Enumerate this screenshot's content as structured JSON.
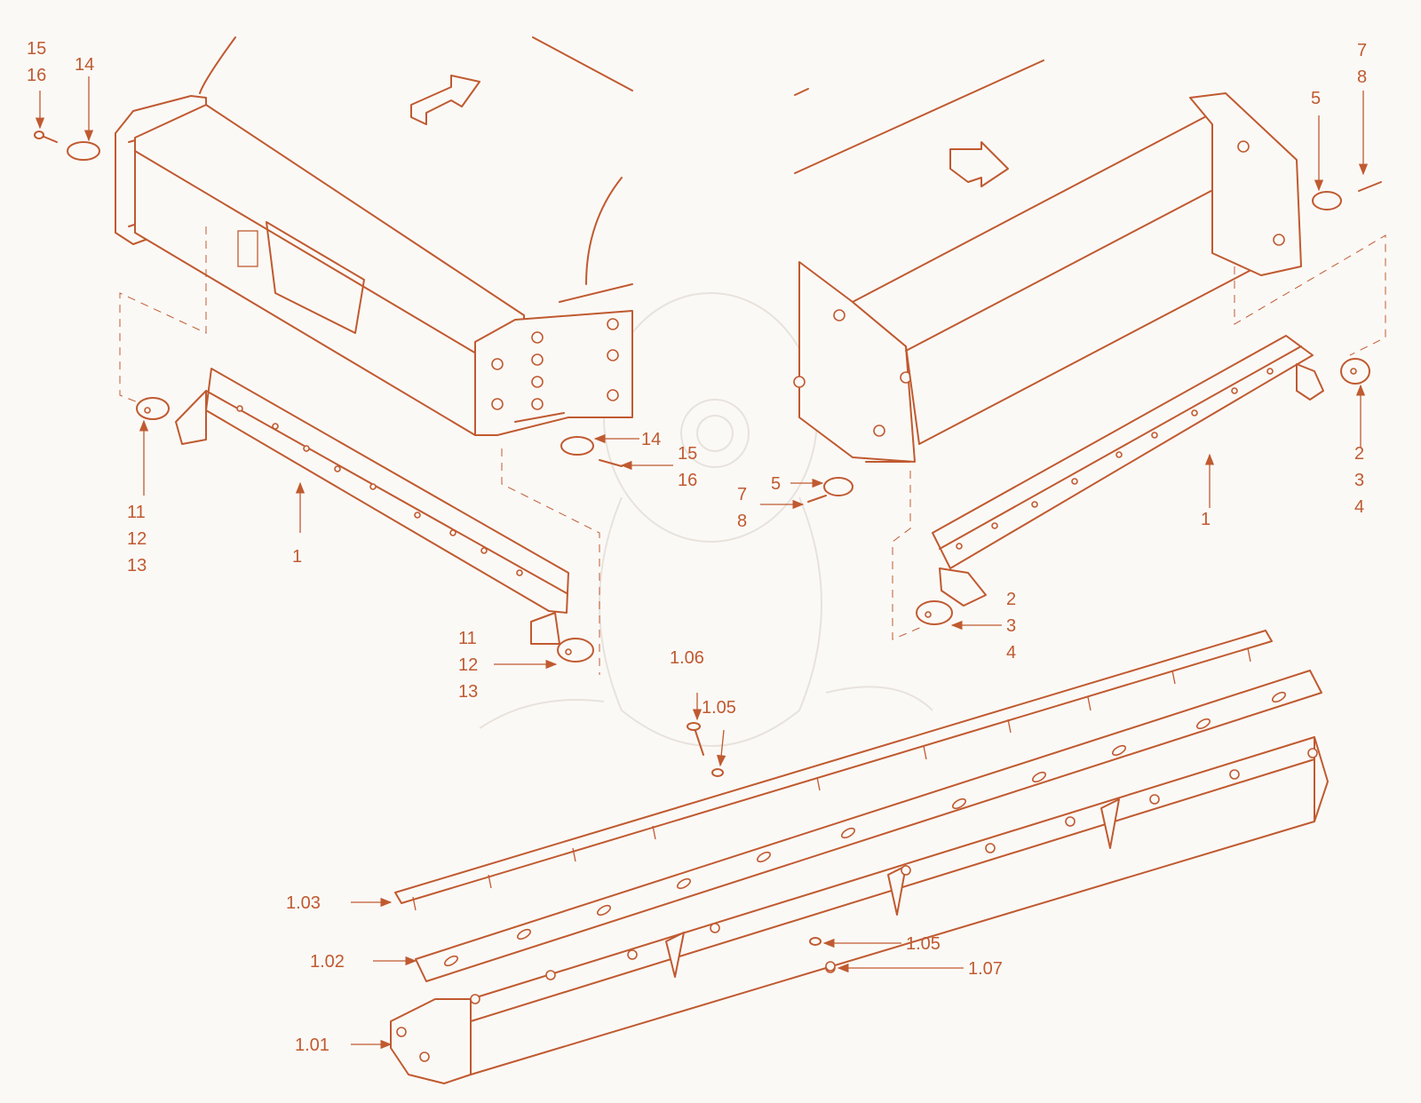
{
  "colors": {
    "line": "#c05a30",
    "background": "#fbf9f6",
    "watermark": "#e8e2dc"
  },
  "callouts": {
    "tl_15": "15",
    "tl_16": "16",
    "tl_14": "14",
    "l_11": "11",
    "l_12": "12",
    "l_13": "13",
    "l_1": "1",
    "m_11": "11",
    "m_12": "12",
    "m_13": "13",
    "m_14": "14",
    "m_15": "15",
    "m_16": "16",
    "c_5": "5",
    "c_7": "7",
    "c_8": "8",
    "tr_7": "7",
    "tr_8": "8",
    "tr_5": "5",
    "r_2": "2",
    "r_3": "3",
    "r_4": "4",
    "r_1": "1",
    "rl_2": "2",
    "rl_3": "3",
    "rl_4": "4",
    "b_106": "1.06",
    "b_105a": "1.05",
    "b_103": "1.03",
    "b_102": "1.02",
    "b_101": "1.01",
    "b_105b": "1.05",
    "b_107": "1.07"
  }
}
